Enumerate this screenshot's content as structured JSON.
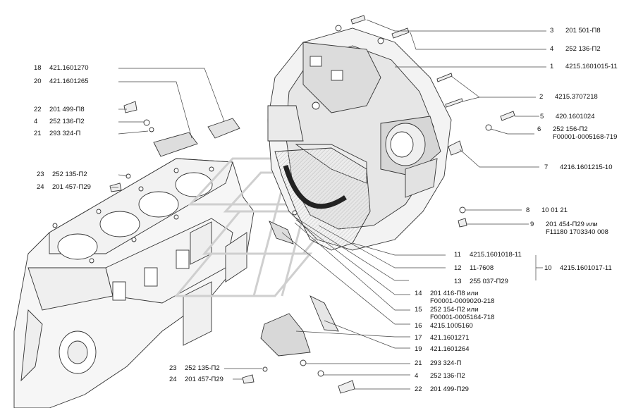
{
  "callouts": {
    "c3": {
      "num": "3",
      "code": "201 501-П8"
    },
    "c4a": {
      "num": "4",
      "code": "252 136-П2"
    },
    "c1": {
      "num": "1",
      "code": "4215.1601015-11"
    },
    "c2": {
      "num": "2",
      "code": "4215.3707218"
    },
    "c5": {
      "num": "5",
      "code": "420.1601024"
    },
    "c6": {
      "num": "6",
      "code": "252 156-П2",
      "code2": "F00001-0005168-719"
    },
    "c7": {
      "num": "7",
      "code": "4216.1601215-10"
    },
    "c8": {
      "num": "8",
      "code": "10 01 21"
    },
    "c9": {
      "num": "9",
      "code": "201 454-П29 или",
      "code2": "F11180 1703340 008"
    },
    "c11": {
      "num": "11",
      "code": "4215.1601018-11"
    },
    "c12": {
      "num": "12",
      "code": "11-7608"
    },
    "c10": {
      "num": "10",
      "code": "4215.1601017-11"
    },
    "c13": {
      "num": "13",
      "code": "255 037-П29"
    },
    "c14": {
      "num": "14",
      "code": "201 416-П8 или",
      "code2": "F00001-0009020-218"
    },
    "c15": {
      "num": "15",
      "code": "252 154-П2 или",
      "code2": "F00001-0005164-718"
    },
    "c16": {
      "num": "16",
      "code": "4215.1005160"
    },
    "c17": {
      "num": "17",
      "code": "421.1601271"
    },
    "c19": {
      "num": "19",
      "code": "421.1601264"
    },
    "c21b": {
      "num": "21",
      "code": "293 324-П"
    },
    "c4b": {
      "num": "4",
      "code": "252 136-П2"
    },
    "c22b": {
      "num": "22",
      "code": "201 499-П29"
    },
    "c18": {
      "num": "18",
      "code": "421.1601270"
    },
    "c20": {
      "num": "20",
      "code": "421.1601265"
    },
    "c22a": {
      "num": "22",
      "code": "201 499-П8"
    },
    "c4c": {
      "num": "4",
      "code": "252 136-П2"
    },
    "c21a": {
      "num": "21",
      "code": "293 324-П"
    },
    "c23a": {
      "num": "23",
      "code": "252 135-П2"
    },
    "c24a": {
      "num": "24",
      "code": "201 457-П29"
    },
    "c23b": {
      "num": "23",
      "code": "252 135-П2"
    },
    "c24b": {
      "num": "24",
      "code": "201 457-П29"
    }
  }
}
